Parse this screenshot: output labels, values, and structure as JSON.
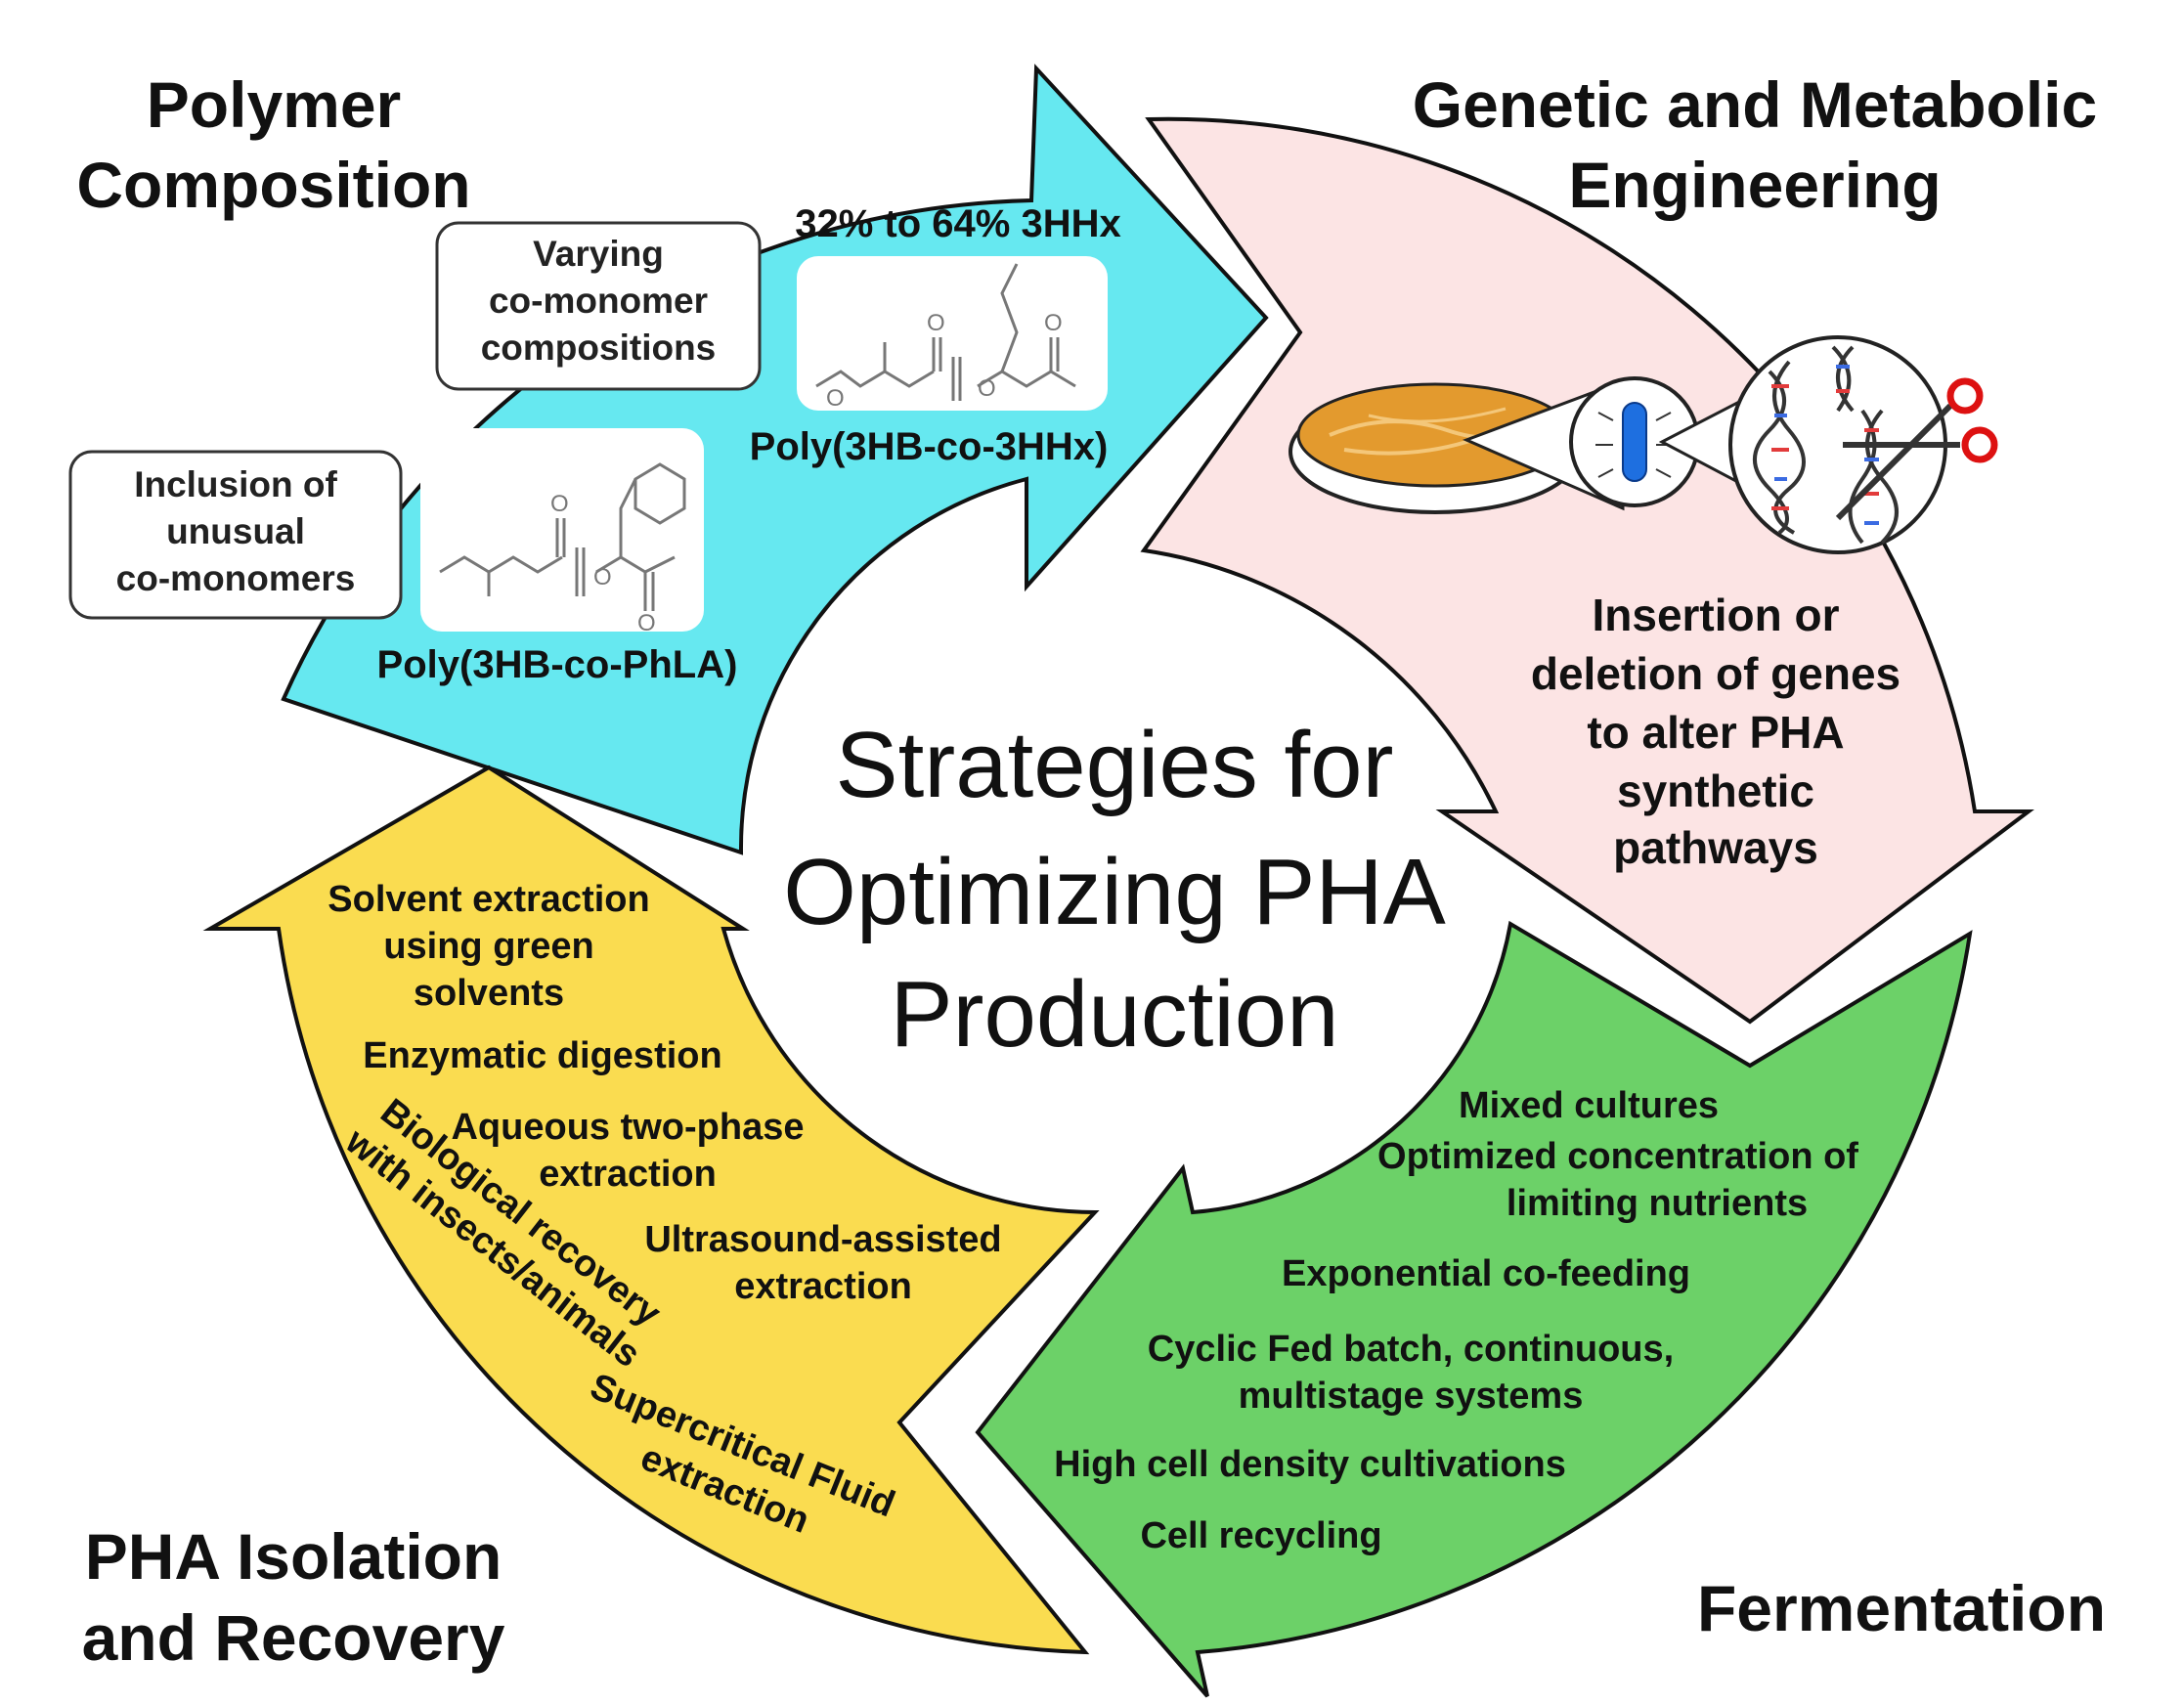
{
  "title": {
    "lines": [
      "Strategies for",
      "Optimizing PHA",
      "Production"
    ]
  },
  "quadrants": {
    "polymer": {
      "title": [
        "Polymer",
        "Composition"
      ],
      "color": "#66E8F0",
      "boxes": {
        "varying": [
          "Varying",
          "co-monomer",
          "compositions"
        ],
        "unusual": [
          "Inclusion of",
          "unusual",
          "co-monomers"
        ]
      },
      "range_label": "32% to 64%  3HHx",
      "polymer_a": "Poly(3HB-co-3HHx)",
      "polymer_b": "Poly(3HB-co-PhLA)"
    },
    "genetic": {
      "title": [
        "Genetic and Metabolic",
        "Engineering"
      ],
      "color": "#FCE4E4",
      "text": [
        "Insertion or",
        "deletion of genes",
        "to alter PHA",
        "synthetic",
        "pathways"
      ]
    },
    "fermentation": {
      "title": [
        "Fermentation"
      ],
      "color": "#6CD168",
      "items": [
        "Mixed cultures",
        "Optimized concentration of",
        "limiting nutrients",
        "Exponential co-feeding",
        "Cyclic Fed batch, continuous,",
        "multistage systems",
        "High cell density cultivations",
        "Cell recycling"
      ]
    },
    "isolation": {
      "title": [
        "PHA Isolation",
        "and Recovery"
      ],
      "color": "#FADC50",
      "items": [
        "Solvent extraction",
        "using green",
        "solvents",
        "Enzymatic digestion",
        "Aqueous two-phase",
        "extraction",
        "Ultrasound-assisted",
        "extraction"
      ],
      "rotated_bio": [
        "Biological recovery",
        "with insects/animals"
      ],
      "rotated_sc": [
        "Supercritical Fluid",
        "extraction"
      ]
    }
  },
  "icons": {
    "petri": "petri-dish-icon",
    "bacterium": "bacterium-icon",
    "dna": "dna-helix-icon",
    "scissors": "scissors-icon",
    "molecule": "molecule-structure-icon"
  }
}
